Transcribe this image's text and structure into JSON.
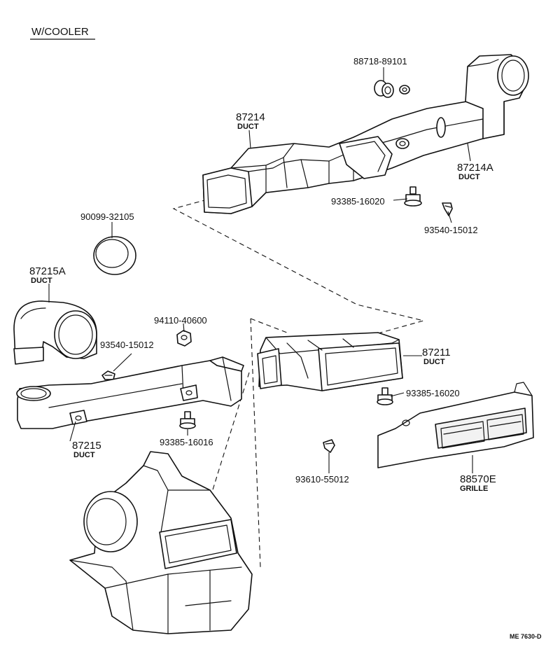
{
  "title": "W/COOLER",
  "drawing_code": "ME 7630-D",
  "parts": {
    "p88718": {
      "number": "88718-89101"
    },
    "p87214": {
      "number": "87214",
      "name": "DUCT"
    },
    "p87214A": {
      "number": "87214A",
      "name": "DUCT"
    },
    "p93385_a": {
      "number": "93385-16020"
    },
    "p93540_a": {
      "number": "93540-15012"
    },
    "p90099": {
      "number": "90099-32105"
    },
    "p87215A": {
      "number": "87215A",
      "name": "DUCT"
    },
    "p94110": {
      "number": "94110-40600"
    },
    "p93540_b": {
      "number": "93540-15012"
    },
    "p87211": {
      "number": "87211",
      "name": "DUCT"
    },
    "p93385_b": {
      "number": "93385-16020"
    },
    "p87215": {
      "number": "87215",
      "name": "DUCT"
    },
    "p93385_c": {
      "number": "93385-16016"
    },
    "p93610": {
      "number": "93610-55012"
    },
    "p88570E": {
      "number": "88570E",
      "name": "GRILLE"
    }
  }
}
